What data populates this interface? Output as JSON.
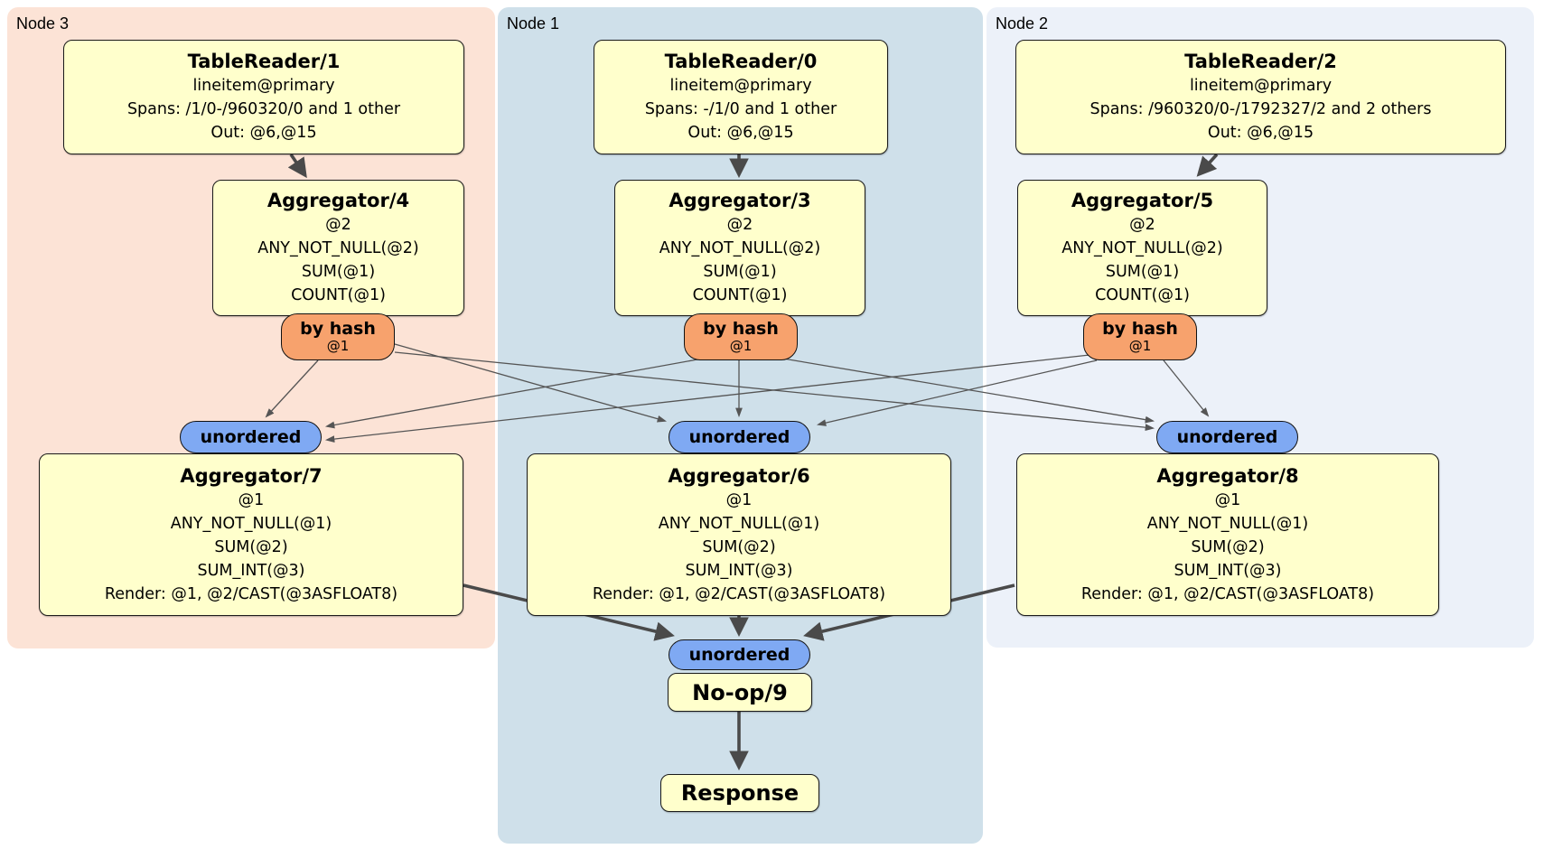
{
  "panels": {
    "node3": {
      "label": "Node 3"
    },
    "node1": {
      "label": "Node 1"
    },
    "node2": {
      "label": "Node 2"
    }
  },
  "processors": {
    "tr1": {
      "title": "TableReader/1",
      "lines": [
        "lineitem@primary",
        "Spans: /1/0-/960320/0 and 1 other",
        "Out: @6,@15"
      ]
    },
    "tr0": {
      "title": "TableReader/0",
      "lines": [
        "lineitem@primary",
        "Spans: -/1/0 and 1 other",
        "Out: @6,@15"
      ]
    },
    "tr2": {
      "title": "TableReader/2",
      "lines": [
        "lineitem@primary",
        "Spans: /960320/0-/1792327/2 and 2 others",
        "Out: @6,@15"
      ]
    },
    "agg4": {
      "title": "Aggregator/4",
      "lines": [
        "@2",
        "ANY_NOT_NULL(@2)",
        "SUM(@1)",
        "COUNT(@1)"
      ]
    },
    "agg3": {
      "title": "Aggregator/3",
      "lines": [
        "@2",
        "ANY_NOT_NULL(@2)",
        "SUM(@1)",
        "COUNT(@1)"
      ]
    },
    "agg5": {
      "title": "Aggregator/5",
      "lines": [
        "@2",
        "ANY_NOT_NULL(@2)",
        "SUM(@1)",
        "COUNT(@1)"
      ]
    },
    "agg7": {
      "title": "Aggregator/7",
      "lines": [
        "@1",
        "ANY_NOT_NULL(@1)",
        "SUM(@2)",
        "SUM_INT(@3)",
        "Render: @1, @2/CAST(@3ASFLOAT8)"
      ]
    },
    "agg6": {
      "title": "Aggregator/6",
      "lines": [
        "@1",
        "ANY_NOT_NULL(@1)",
        "SUM(@2)",
        "SUM_INT(@3)",
        "Render: @1, @2/CAST(@3ASFLOAT8)"
      ]
    },
    "agg8": {
      "title": "Aggregator/8",
      "lines": [
        "@1",
        "ANY_NOT_NULL(@1)",
        "SUM(@2)",
        "SUM_INT(@3)",
        "Render: @1, @2/CAST(@3ASFLOAT8)"
      ]
    },
    "noop": {
      "title": "No-op/9"
    },
    "response": {
      "title": "Response"
    }
  },
  "routers": {
    "node3": {
      "label": "by hash",
      "detail": "@1"
    },
    "node1": {
      "label": "by hash",
      "detail": "@1"
    },
    "node2": {
      "label": "by hash",
      "detail": "@1"
    }
  },
  "synchronizers": {
    "node3": {
      "label": "unordered"
    },
    "node1": {
      "label": "unordered"
    },
    "node2": {
      "label": "unordered"
    },
    "final": {
      "label": "unordered"
    }
  },
  "colors": {
    "node3_bg": "#fce3d6",
    "node1_bg": "#cfe0ea",
    "node2_bg": "#ecf1f9",
    "processor_bg": "#ffffcc",
    "processor_border": "#1a1a1a",
    "router_bg": "#f7a26d",
    "sync_bg": "#7fa9f3",
    "edge_thin": "#555555",
    "edge_thick": "#4a4a4a",
    "text": "#000000"
  }
}
